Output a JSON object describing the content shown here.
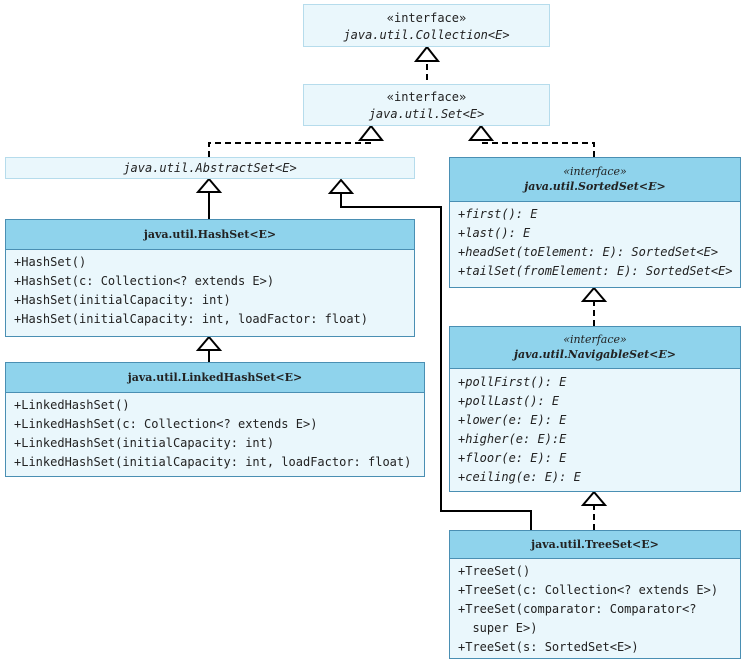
{
  "collection": {
    "stereotype": "«interface»",
    "name": "java.util.Collection<E>"
  },
  "set": {
    "stereotype": "«interface»",
    "name": "java.util.Set<E>"
  },
  "abstract_set": {
    "name": "java.util.AbstractSet<E>"
  },
  "sorted_set": {
    "stereotype": "«interface»",
    "name": "java.util.SortedSet<E>",
    "methods": [
      "+first(): E",
      "+last(): E",
      "+headSet(toElement: E): SortedSet<E>",
      "+tailSet(fromElement: E): SortedSet<E>"
    ]
  },
  "hash_set": {
    "name": "java.util.HashSet<E>",
    "methods": [
      "+HashSet()",
      "+HashSet(c: Collection<? extends E>)",
      "+HashSet(initialCapacity: int)",
      "+HashSet(initialCapacity: int, loadFactor: float)"
    ]
  },
  "linked_hash_set": {
    "name": "java.util.LinkedHashSet<E>",
    "methods": [
      "+LinkedHashSet()",
      "+LinkedHashSet(c: Collection<? extends E>)",
      "+LinkedHashSet(initialCapacity: int)",
      "+LinkedHashSet(initialCapacity: int, loadFactor: float)"
    ]
  },
  "navigable_set": {
    "stereotype": "«interface»",
    "name": "java.util.NavigableSet<E>",
    "methods": [
      "+pollFirst(): E",
      "+pollLast(): E",
      "+lower(e: E): E",
      "+higher(e: E):E",
      "+floor(e: E): E",
      "+ceiling(e: E): E"
    ]
  },
  "tree_set": {
    "name": "java.util.TreeSet<E>",
    "methods": [
      "+TreeSet()",
      "+TreeSet(c: Collection<? extends E>)",
      "+TreeSet(comparator: Comparator<?",
      "  super E>)",
      "+TreeSet(s: SortedSet<E>)"
    ]
  }
}
